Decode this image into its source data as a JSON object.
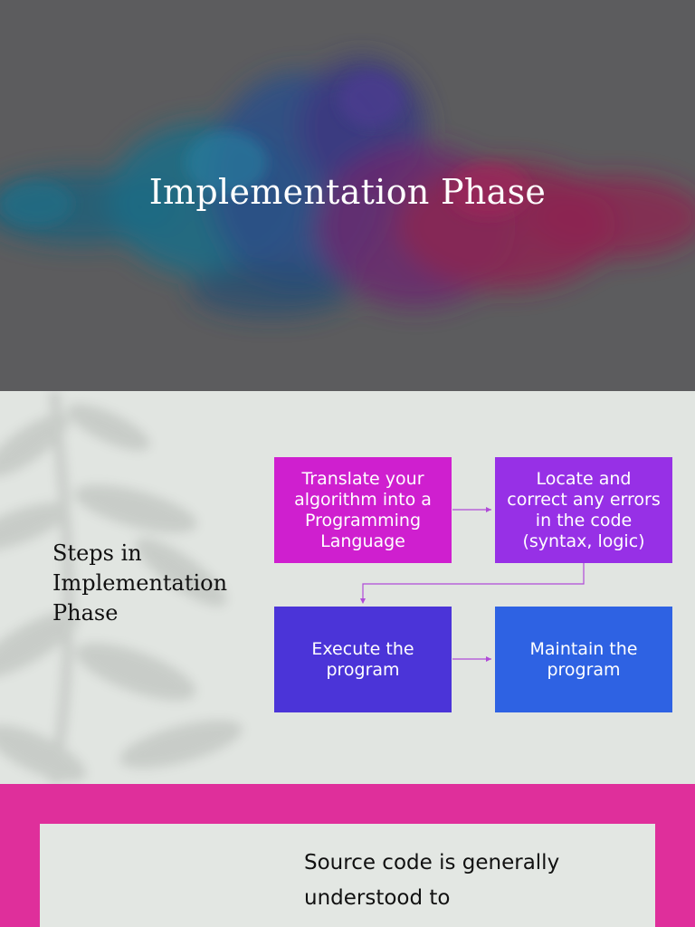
{
  "slide1": {
    "title": "Implementation Phase"
  },
  "slide2": {
    "heading": "Steps in Implementation Phase",
    "steps": [
      {
        "label": "Translate your algorithm into a Programming Language",
        "color": "#cf1fcf"
      },
      {
        "label": "Locate and correct any errors in the code (syntax, logic)",
        "color": "#9730e6"
      },
      {
        "label": "Execute the program",
        "color": "#4b34d8"
      },
      {
        "label": "Maintain the program",
        "color": "#2e62e3"
      }
    ]
  },
  "slide3": {
    "text": "Source code is generally understood to",
    "accent": "#df2f9b"
  }
}
